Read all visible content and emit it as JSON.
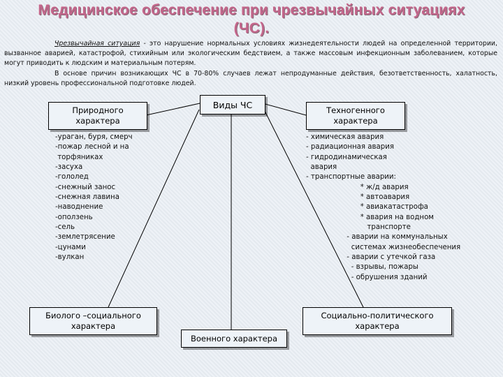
{
  "title": {
    "line1": "Медицинское обеспечение при чрезвычайных ситуациях",
    "line2": "(ЧС)."
  },
  "intro": {
    "term": "Чрезвычайная ситуация",
    "definition": " - это нарушение нормальных условиях жизнедеятельности людей на определенной территории, вызванное аварией, катастрофой, стихийным или экологическим бедствием, а также массовым инфекционным заболеванием, которые могут приводить к людским и материальным потерям.",
    "causes": "В основе причин возникающих ЧС в 70-80% случаев лежат непродуманные действия, безответственность, халатность, низкий уровень профессиональной подготовке людей."
  },
  "diagram": {
    "root": "Виды ЧС",
    "natural": {
      "label": "Природного характера"
    },
    "technogenic": {
      "label": "Техногенного характера"
    },
    "bio_social": {
      "label": "Биолого –социального характера"
    },
    "military": {
      "label": "Военного характера"
    },
    "socio_political": {
      "label": "Социально-политического характера"
    },
    "natural_items": [
      "-ураган, буря, смерч",
      "-пожар лесной и на",
      " торфяниках",
      "-засуха",
      "-гололед",
      "-снежный занос",
      "-снежная лавина",
      "-наводнение",
      "-оползень",
      "-сель",
      "-землетрясение",
      "-цунами",
      "-вулкан"
    ],
    "technogenic_items": [
      "- химическая авария",
      "- радиационная авария",
      "- гидродинамическая",
      "  авария",
      "- транспортные аварии:",
      "                        * ж/д авария",
      "                        * автоавария",
      "                        * авиакатастрофа",
      "                        * авария на водном",
      "                           транспорте",
      "                  - аварии на коммунальных",
      "                    системах жизнеобеспечения",
      "                  - аварии с утечкой газа",
      "                    - взрывы, пожары",
      "                    - обрушения зданий"
    ]
  }
}
